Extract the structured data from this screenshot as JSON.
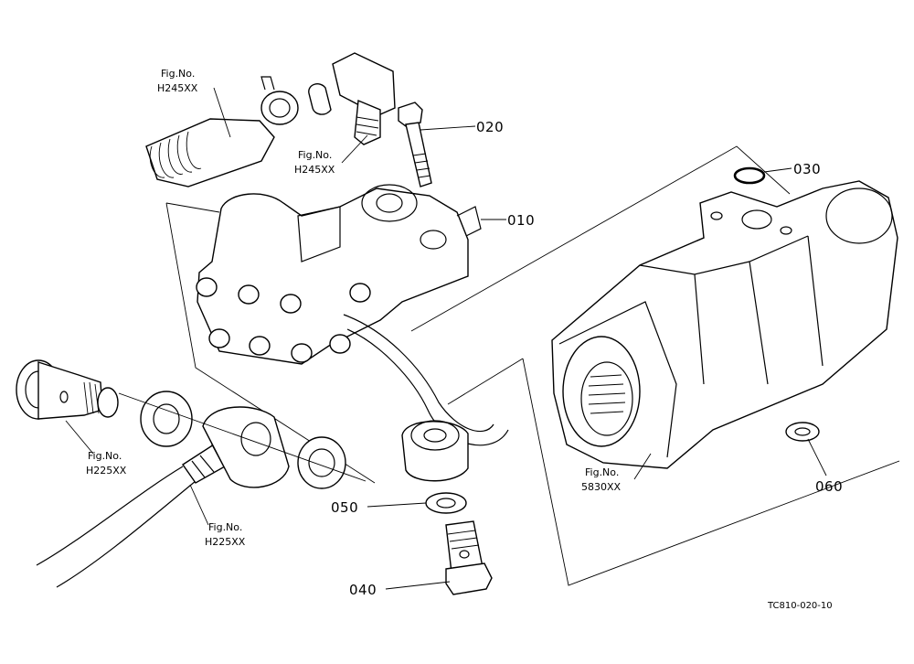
{
  "parts": [
    {
      "id": "p010",
      "number": "010"
    },
    {
      "id": "p020",
      "number": "020"
    },
    {
      "id": "p030",
      "number": "030"
    },
    {
      "id": "p040",
      "number": "040"
    },
    {
      "id": "p050",
      "number": "050"
    },
    {
      "id": "p060",
      "number": "060"
    }
  ],
  "figure_refs": [
    {
      "id": "ref1",
      "label": "Fig.No.",
      "code": "H245XX"
    },
    {
      "id": "ref2",
      "label": "Fig.No.",
      "code": "H245XX"
    },
    {
      "id": "ref3",
      "label": "Fig.No.",
      "code": "H225XX"
    },
    {
      "id": "ref4",
      "label": "Fig.No.",
      "code": "H225XX"
    },
    {
      "id": "ref5",
      "label": "Fig.No.",
      "code": "5830XX"
    }
  ],
  "drawing_code": "TC810-020-10"
}
